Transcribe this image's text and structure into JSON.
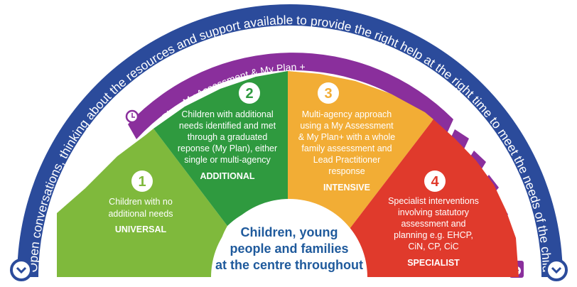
{
  "colors": {
    "outer_band": "#2b4b9b",
    "inner_band": "#8a2f9c",
    "universal": "#7fb93c",
    "additional": "#2f9a3f",
    "intensive": "#f2ad35",
    "specialist": "#e03a2c",
    "centre_text": "#1f5a9c"
  },
  "outer_band_text": "Open conversations, thinking about the resources and support available to provide the right help at the right time to meet the needs of the child",
  "inner_band_text": "My Plan, My Assessment & My Plan +",
  "segments": [
    {
      "number": "1",
      "lines": [
        "Children with no",
        "additional needs"
      ],
      "level": "UNIVERSAL"
    },
    {
      "number": "2",
      "lines": [
        "Children with additional",
        "needs identified and met",
        "through a graduated",
        "reponse (My Plan), either",
        "single or multi-agency"
      ],
      "level": "ADDITIONAL"
    },
    {
      "number": "3",
      "lines": [
        "Multi-agency approach",
        "using a My Assessment",
        "& My Plan+ with a whole",
        "family assessment and",
        "Lead Practitioner",
        "response"
      ],
      "level": "INTENSIVE"
    },
    {
      "number": "4",
      "lines": [
        "Specialist interventions",
        "involving statutory",
        "assessment and",
        "planning e.g. EHCP,",
        "CiN, CP, CiC"
      ],
      "level": "SPECIALIST"
    }
  ],
  "centre": {
    "lines": [
      "Children, young",
      "people and families",
      "at the centre throughout"
    ]
  },
  "icons": {
    "outer_left": "chevron-down-icon",
    "outer_right": "chevron-down-icon",
    "inner_left": "clock-icon",
    "inner_right": "chevron-down-icon"
  }
}
